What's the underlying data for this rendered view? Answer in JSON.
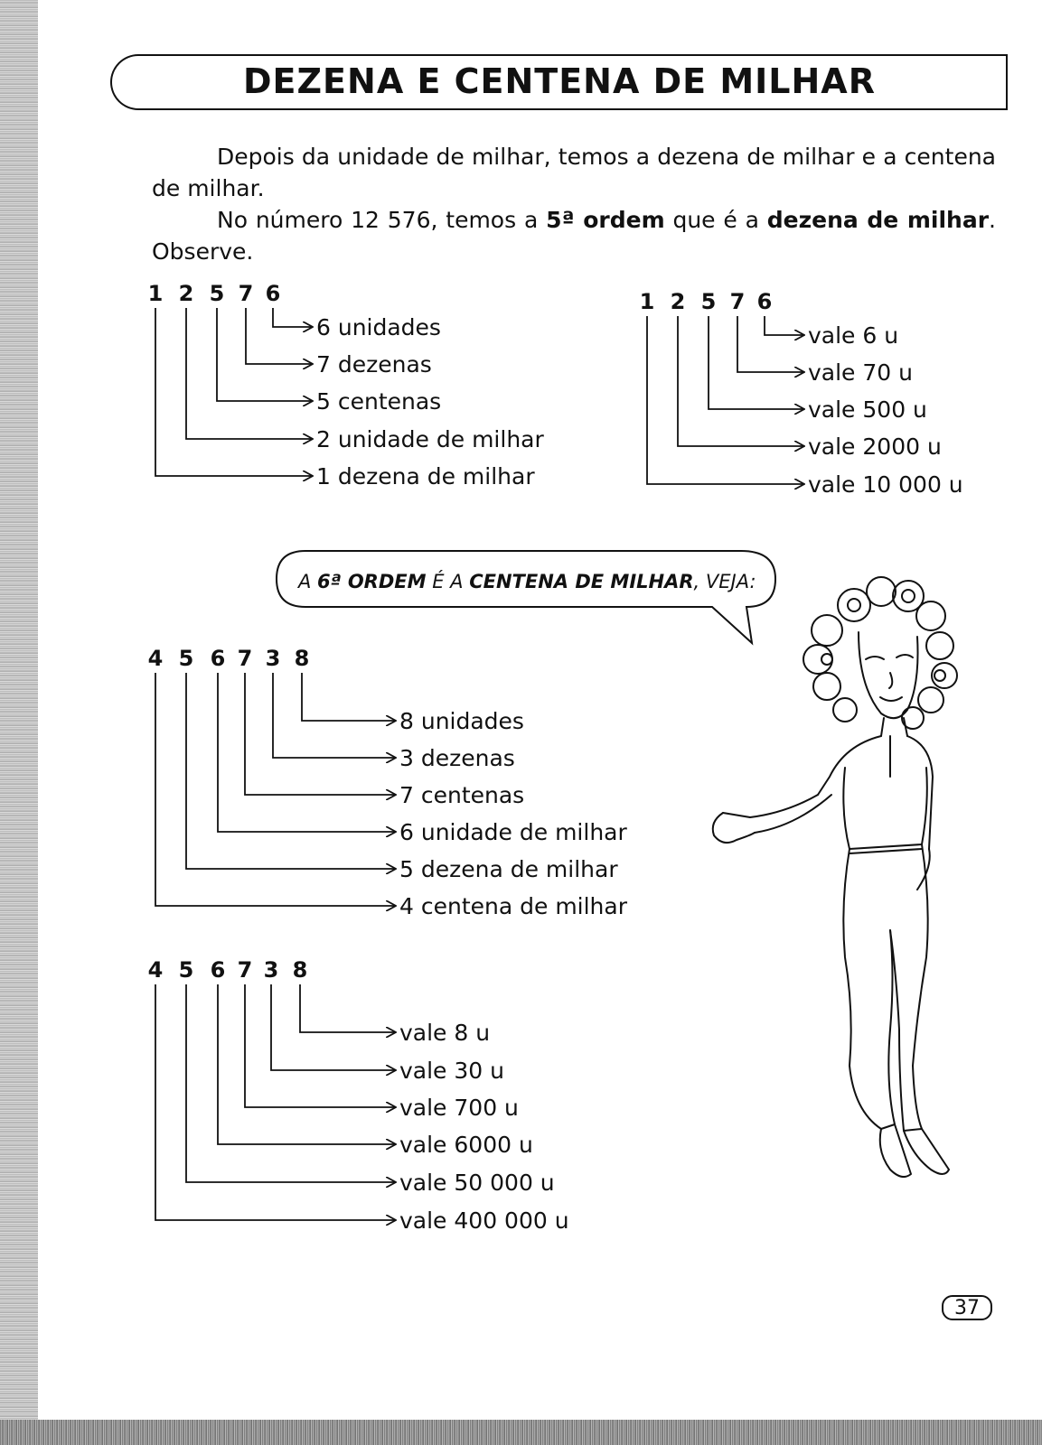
{
  "page": {
    "title": "DEZENA E CENTENA DE MILHAR",
    "page_number": "37"
  },
  "intro": {
    "p1": "Depois da unidade de milhar, temos a dezena de milhar e a centena de milhar.",
    "p2_before": "No número 12 576, temos a ",
    "p2_bold1": "5ª ordem",
    "p2_mid": " que é a ",
    "p2_bold2": "dezena de milhar",
    "p2_after": ". Observe."
  },
  "diagram1": {
    "digits": [
      "1",
      "2",
      "5",
      "7",
      "6"
    ],
    "labels": [
      "6 unidades",
      "7 dezenas",
      "5 centenas",
      "2 unidade de milhar",
      "1 dezena de milhar"
    ]
  },
  "diagram2": {
    "digits": [
      "1",
      "2",
      "5",
      "7",
      "6"
    ],
    "labels": [
      "vale 6 u",
      "vale 70 u",
      "vale 500 u",
      "vale 2000 u",
      "vale 10 000 u"
    ]
  },
  "bubble": {
    "p1": "A ",
    "p2": "6ª ORDEM",
    "p3": " É A ",
    "p4": "CENTENA DE MILHAR",
    "p5": ", VEJA:"
  },
  "diagram3": {
    "digits": [
      "4",
      "5",
      "6",
      "7",
      "3",
      "8"
    ],
    "labels": [
      "8 unidades",
      "3 dezenas",
      "7 centenas",
      "6 unidade de milhar",
      "5 dezena de milhar",
      "4 centena de milhar"
    ]
  },
  "diagram4": {
    "digits": [
      "4",
      "5",
      "6",
      "7",
      "3",
      "8"
    ],
    "labels": [
      "vale 8 u",
      "vale 30 u",
      "vale 700 u",
      "vale 6000 u",
      "vale 50 000 u",
      "vale 400 000 u"
    ]
  }
}
